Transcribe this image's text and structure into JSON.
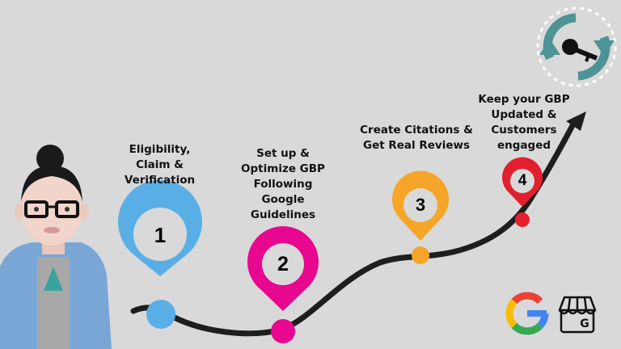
{
  "steps": [
    {
      "number": "1",
      "label": "Eligibility,\nClaim &\nVerification",
      "color": "#5aaee6"
    },
    {
      "number": "2",
      "label": "Set up &\nOptimize GBP\nFollowing\nGoogle\nGuidelines",
      "color": "#e8078f"
    },
    {
      "number": "3",
      "label": "Create Citations &\nGet Real Reviews",
      "color": "#f5a628"
    },
    {
      "number": "4",
      "label": "Keep your GBP\nUpdated &\nCustomers\nengaged",
      "color": "#e2202d"
    }
  ],
  "icons": {
    "top_right": "refresh-key-icon",
    "bottom_left": "google-logo-icon",
    "bottom_right": "google-business-store-icon",
    "store_letter": "G"
  },
  "colors": {
    "background": "#d9d9d9",
    "path": "#1e1e1e",
    "teal": "#4e9396"
  }
}
